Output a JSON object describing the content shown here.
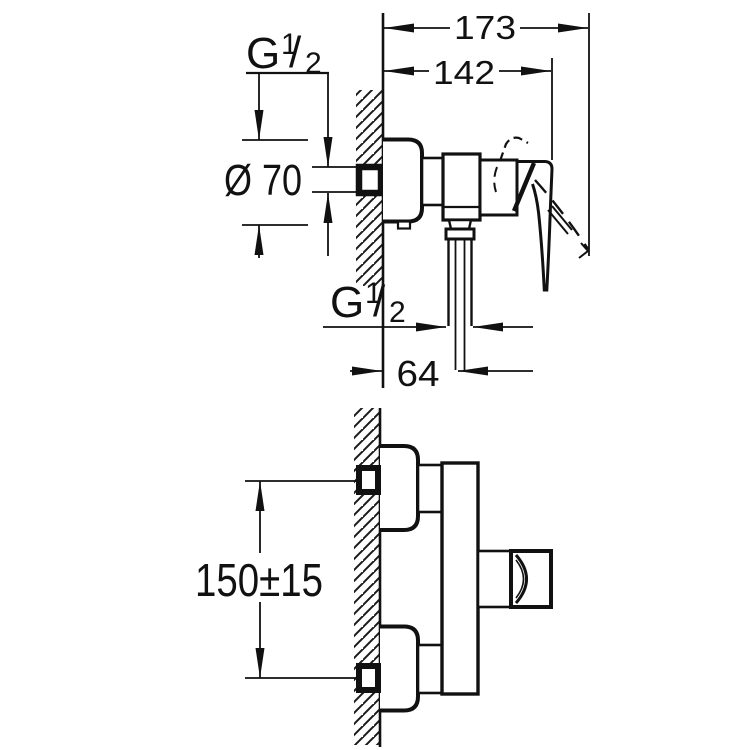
{
  "drawing": {
    "colors": {
      "ink": "#111111",
      "background": "#ffffff"
    },
    "side_view": {
      "dim_overall_depth": "173",
      "dim_depth_to_handle": "142",
      "inlet_thread": {
        "prefix": "G",
        "numerator": "1",
        "slash": "/",
        "denominator": "2"
      },
      "dim_escutcheon_diameter": "Ø 70",
      "outlet_thread": {
        "prefix": "G",
        "numerator": "1",
        "slash": "/",
        "denominator": "2"
      },
      "dim_outlet_offset": "64"
    },
    "front_view": {
      "dim_inlet_spacing": "150±15"
    }
  }
}
